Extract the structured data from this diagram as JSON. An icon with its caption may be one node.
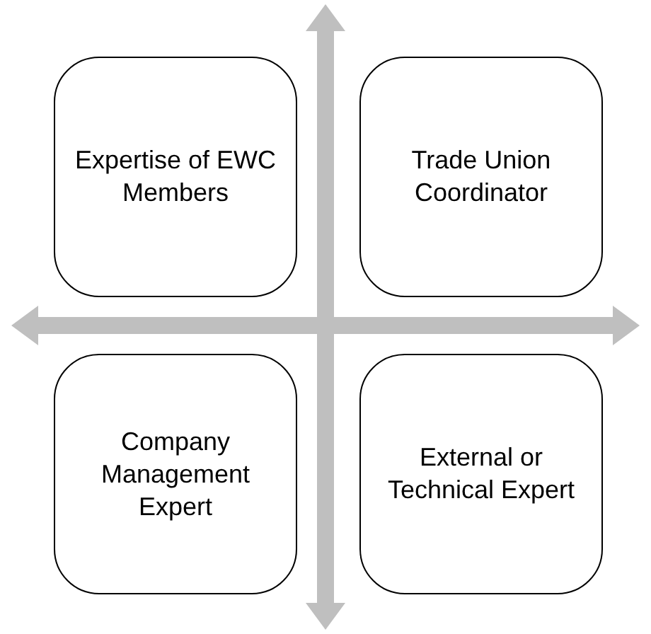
{
  "diagram": {
    "nodes": [
      {
        "text": [
          "Expertise of EWC Members"
        ]
      },
      {
        "text": [
          "Trade Union Coordinator"
        ]
      },
      {
        "text": [
          "Company Management Expert"
        ]
      },
      {
        "text": [
          "External or Technical Expert"
        ]
      }
    ]
  }
}
